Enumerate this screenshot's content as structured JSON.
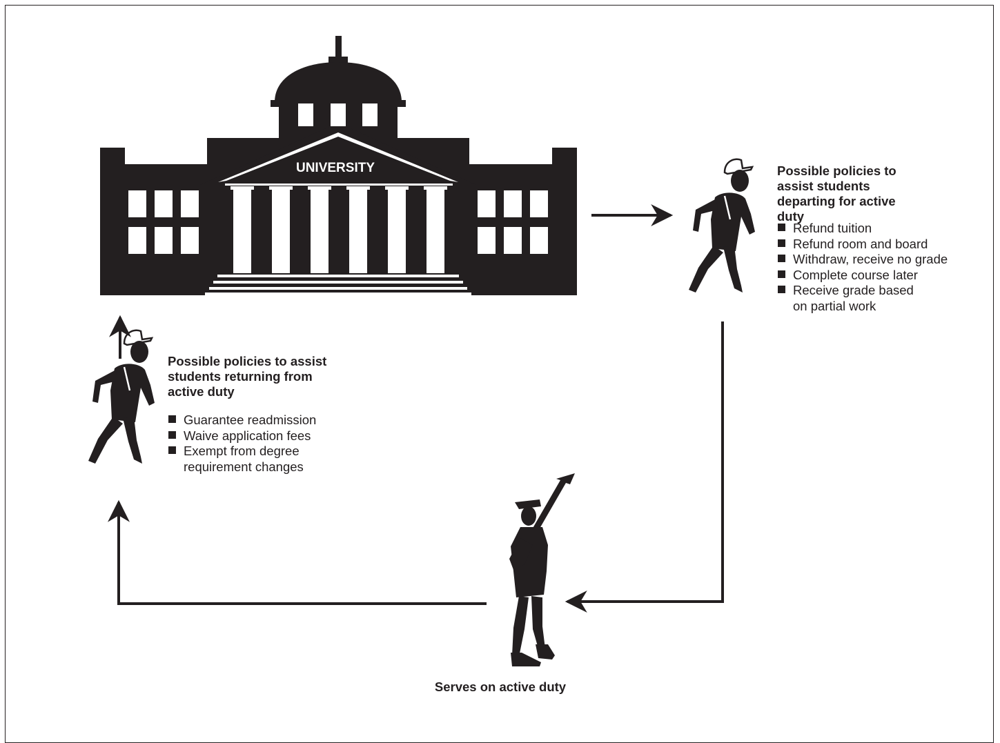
{
  "building": {
    "label": "UNIVERSITY"
  },
  "departing": {
    "heading": "Possible policies to assist students departing for active duty",
    "items": [
      "Refund tuition",
      "Refund room and board",
      "Withdraw, receive no grade",
      "Complete course later",
      "Receive grade based on partial work"
    ]
  },
  "returning": {
    "heading": "Possible policies to assist students returning from active duty",
    "items": [
      "Guarantee readmission",
      "Waive application fees",
      "Exempt from degree requirement changes"
    ]
  },
  "soldier": {
    "caption": "Serves on active duty"
  },
  "colors": {
    "ink": "#231f20",
    "paper": "#ffffff"
  }
}
